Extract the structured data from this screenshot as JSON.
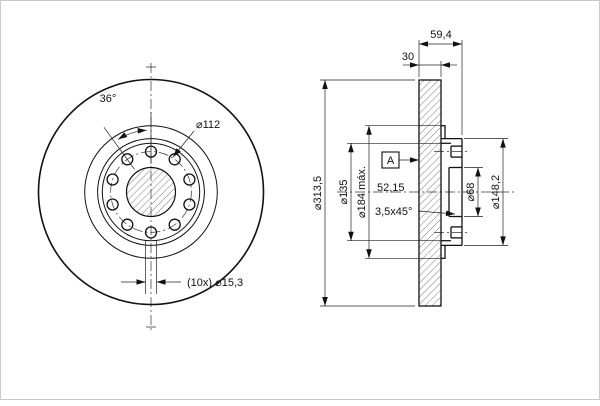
{
  "drawing": {
    "title": "brake-disc-technical-drawing",
    "colors": {
      "ink": "#111111",
      "background": "#ffffff"
    },
    "front_view": {
      "angle": "36°",
      "bolt_circle": "⌀112",
      "bolt_holes": "(10x) ⌀15,3"
    },
    "section_view": {
      "overall_width": "59,4",
      "ring_thickness": "30",
      "outer_diameter": "⌀313,5",
      "hat_diameter": "⌀135",
      "max_diameter": "⌀184 máx.",
      "datum": "A",
      "mount_offset": "52,15",
      "chamfer": "3,5x45°",
      "bore_diameter": "⌀68",
      "flange_diameter": "⌀148,2"
    }
  }
}
